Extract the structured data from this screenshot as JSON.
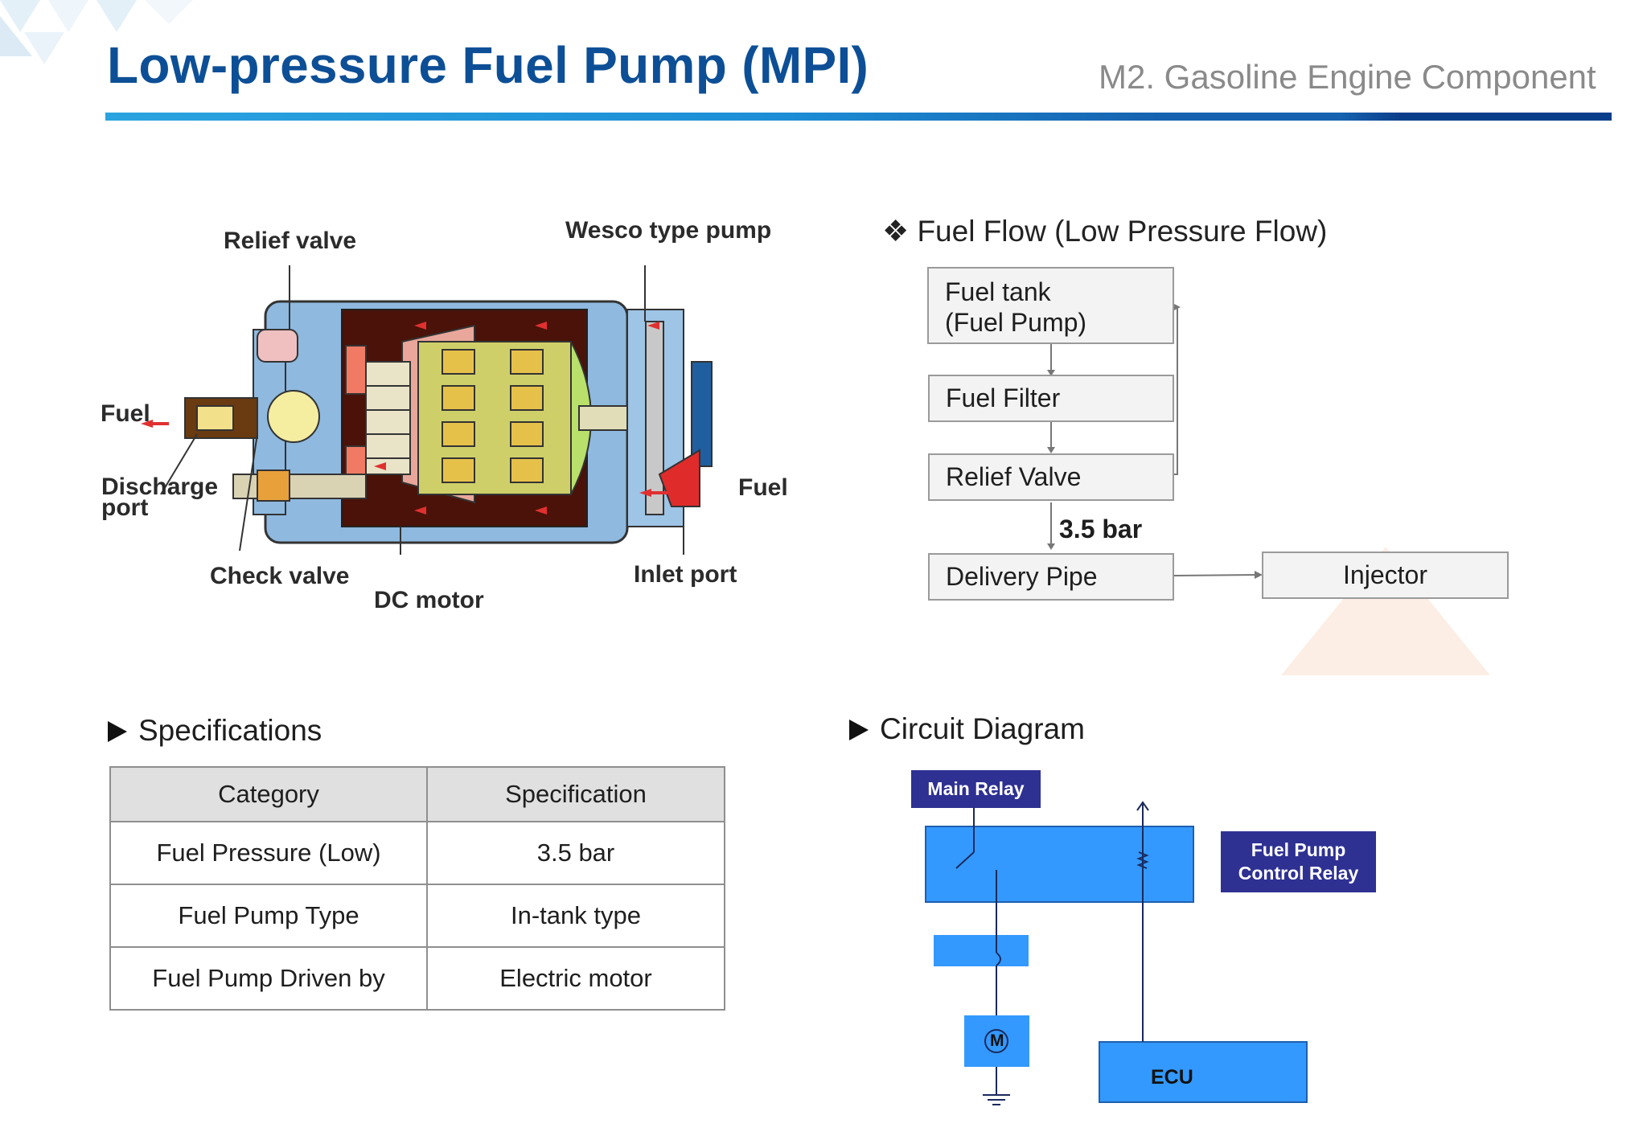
{
  "header": {
    "title": "Low-pressure Fuel Pump (MPI)",
    "subtitle": "M2. Gasoline Engine Component"
  },
  "pump_diagram": {
    "labels": {
      "relief_valve": "Relief valve",
      "wesco_pump": "Wesco type pump",
      "fuel_out": "Fuel",
      "discharge_port": "Discharge\nport",
      "check_valve": "Check valve",
      "dc_motor": "DC motor",
      "inlet_port": "Inlet port",
      "fuel_in": "Fuel"
    }
  },
  "fuel_flow": {
    "heading": "❖ Fuel Flow (Low Pressure Flow)",
    "boxes": {
      "fuel_tank": "Fuel tank\n(Fuel Pump)",
      "fuel_filter": "Fuel Filter",
      "relief_valve": "Relief Valve",
      "delivery_pipe": "Delivery Pipe",
      "injector": "Injector"
    },
    "pressure_label": "3.5 bar"
  },
  "specifications": {
    "heading": "Specifications",
    "columns": [
      "Category",
      "Specification"
    ],
    "rows": [
      [
        "Fuel Pressure (Low)",
        "3.5 bar"
      ],
      [
        "Fuel Pump Type",
        "In-tank type"
      ],
      [
        "Fuel Pump Driven by",
        "Electric motor"
      ]
    ]
  },
  "circuit": {
    "heading": "Circuit Diagram",
    "main_relay": "Main Relay",
    "fuel_pump_relay": "Fuel Pump\nControl Relay",
    "motor_symbol": "M",
    "ecu": "ECU"
  },
  "colors": {
    "title_blue": "#0d4f96",
    "circuit_blue": "#3399ff",
    "tag_navy": "#2e3192"
  }
}
